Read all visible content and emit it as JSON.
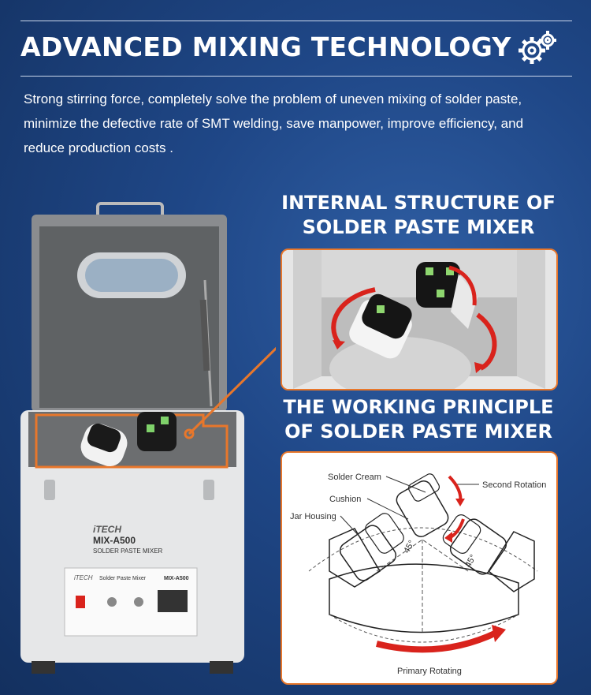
{
  "header": {
    "title": "ADVANCED MIXING TECHNOLOGY",
    "icon": "gears-icon",
    "intro": "Strong stirring force, completely solve the problem of uneven mixing of solder paste, minimize the defective rate of SMT welding, save manpower, improve efficiency, and reduce production costs ."
  },
  "internal": {
    "heading_line1": "INTERNAL STRUCTURE OF",
    "heading_line2": "SOLDER PASTE MIXER"
  },
  "principle": {
    "heading_line1": "THE WORKING PRINCIPLE",
    "heading_line2": "OF SOLDER PASTE MIXER",
    "labels": {
      "solder_cream": "Solder Cream",
      "cushion": "Cushion",
      "jar_housing": "Jar Housing",
      "second_rotation": "Second Rotation",
      "primary_rotating": "Primary Rotating",
      "angle_left": "45°",
      "angle_right": "45°"
    }
  },
  "machine": {
    "brand": "iTECH",
    "model": "MIX-A500",
    "product": "SOLDER PASTE MIXER",
    "panel_brand": "iTECH",
    "panel_title": "Solder Paste Mixer",
    "panel_model": "MIX-A500"
  },
  "colors": {
    "accent": "#e8772b",
    "arrow_red": "#d9231c",
    "background": "#1f4787"
  }
}
